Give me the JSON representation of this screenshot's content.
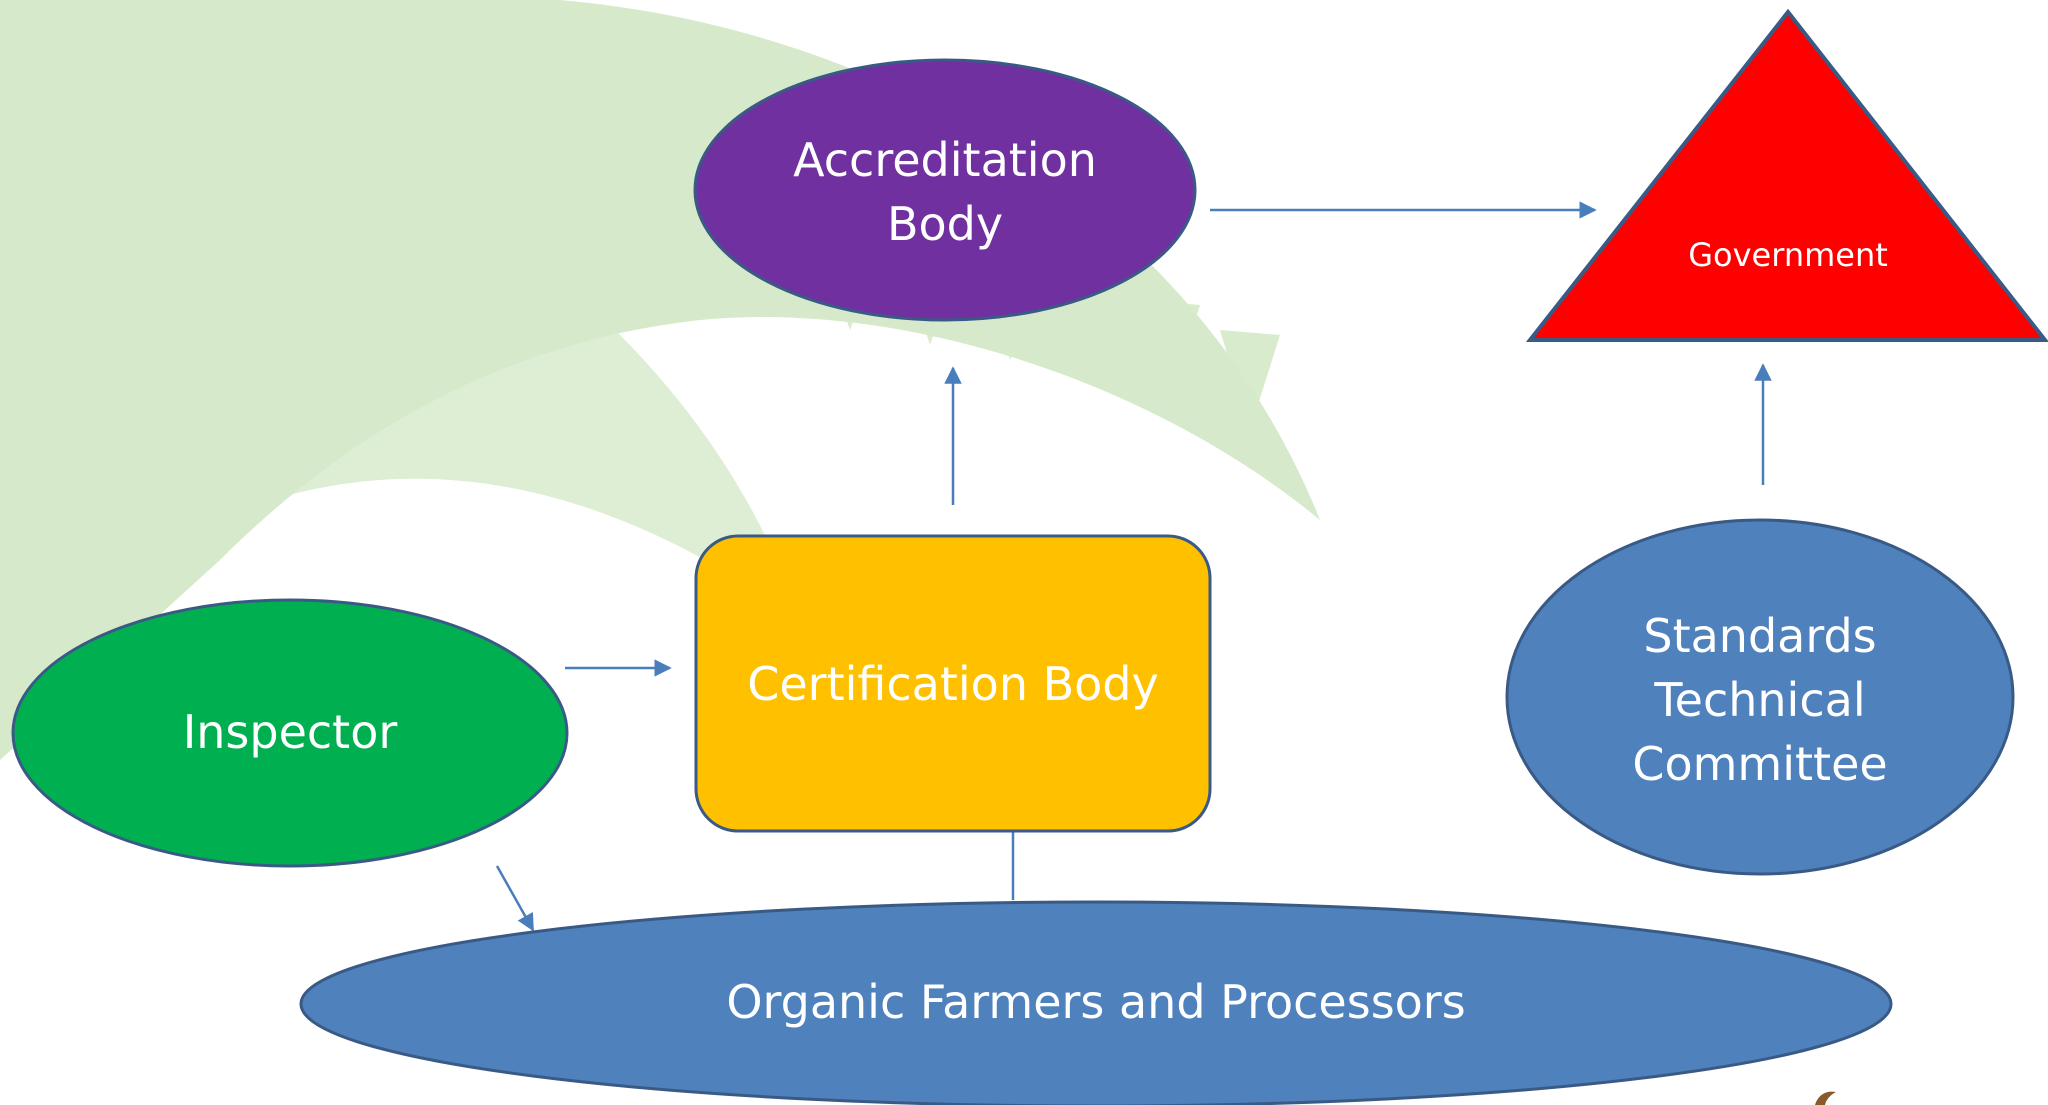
{
  "colors": {
    "background_leaf": "#d6eacb",
    "accreditation": "#7030a0",
    "certification": "#ffc000",
    "inspector": "#00b050",
    "farmers": "#4f81bd",
    "standards": "#4f81bd",
    "government": "#ff0000",
    "outline": "#3a5a86",
    "arrow": "#4a7ebb",
    "label": "#ffffff"
  },
  "nodes": {
    "accreditation_line1": "Accreditation",
    "accreditation_line2": "Body",
    "certification": "Certification Body",
    "inspector": "Inspector",
    "farmers": "Organic Farmers and Processors",
    "government": "Government",
    "standards_line1": "Standards",
    "standards_line2": "Technical",
    "standards_line3": "Committee"
  },
  "edges": [
    {
      "from": "Accreditation Body",
      "to": "Government"
    },
    {
      "from": "Certification Body",
      "to": "Accreditation Body"
    },
    {
      "from": "Inspector",
      "to": "Certification Body"
    },
    {
      "from": "Organic Farmers and Processors",
      "to": "Certification Body"
    },
    {
      "from": "Inspector",
      "to": "Organic Farmers and Processors"
    },
    {
      "from": "Standards Technical Committee",
      "to": "Government"
    }
  ]
}
